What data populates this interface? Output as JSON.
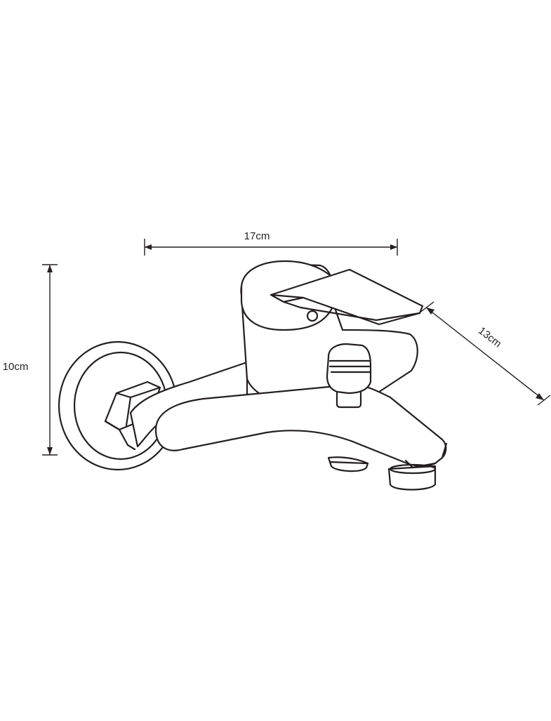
{
  "dimensions": {
    "width_label": "17cm",
    "height_label": "10cm",
    "depth_label": "13cm"
  },
  "colors": {
    "line": "#231f20",
    "background": "#ffffff"
  }
}
